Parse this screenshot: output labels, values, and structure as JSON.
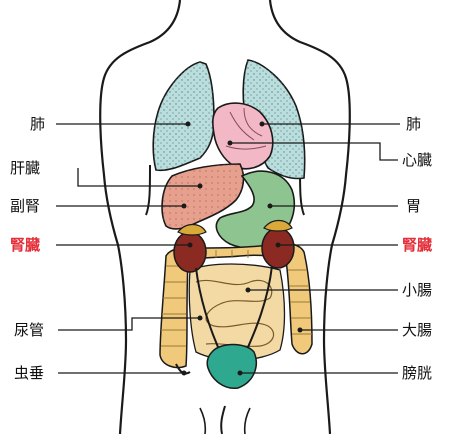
{
  "labels_left": [
    {
      "id": "lung-left",
      "text": "肺",
      "highlight": false
    },
    {
      "id": "liver",
      "text": "肝臓",
      "highlight": false
    },
    {
      "id": "adrenal",
      "text": "副腎",
      "highlight": false
    },
    {
      "id": "kidney-left",
      "text": "腎臓",
      "highlight": true
    },
    {
      "id": "ureter",
      "text": "尿管",
      "highlight": false
    },
    {
      "id": "appendix",
      "text": "虫垂",
      "highlight": false
    }
  ],
  "labels_right": [
    {
      "id": "lung-right",
      "text": "肺",
      "highlight": false
    },
    {
      "id": "heart",
      "text": "心臓",
      "highlight": false
    },
    {
      "id": "stomach",
      "text": "胃",
      "highlight": false
    },
    {
      "id": "kidney-right",
      "text": "腎臓",
      "highlight": true
    },
    {
      "id": "small-intestine",
      "text": "小腸",
      "highlight": false
    },
    {
      "id": "large-intestine",
      "text": "大腸",
      "highlight": false
    },
    {
      "id": "bladder",
      "text": "膀胱",
      "highlight": false
    }
  ],
  "colors": {
    "outline": "#1a1a1a",
    "skin": "#ffffff",
    "lung": "#b9dedd",
    "heart": "#f2b8c6",
    "liver": "#e7a08d",
    "stomach": "#8ec48f",
    "kidney": "#8b2a22",
    "adrenal": "#d9a93a",
    "intestine": "#f0c97a",
    "bladder": "#2fa890",
    "highlight_text": "#e4303a"
  }
}
